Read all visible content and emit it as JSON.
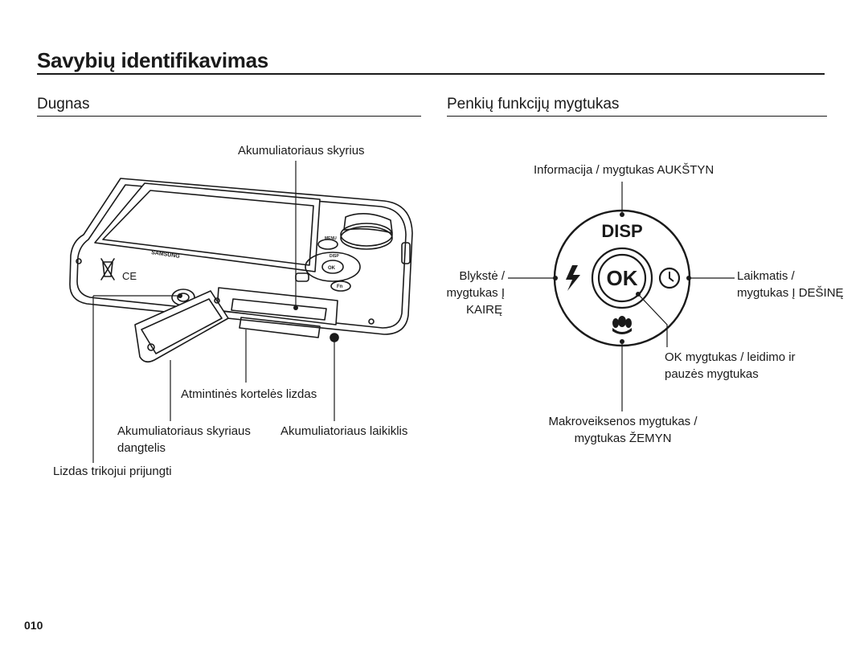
{
  "page": {
    "title": "Savybių identifikavimas",
    "number": "010"
  },
  "left_section": {
    "title": "Dugnas",
    "camera_brand": "SAMSUNG",
    "labels": {
      "battery_compartment": "Akumuliatoriaus skyrius",
      "memory_card_slot": "Atmintinės kortelės lizdas",
      "battery_cover_line1": "Akumuliatoriaus skyriaus",
      "battery_cover_line2": "dangtelis",
      "battery_holder": "Akumuliatoriaus laikiklis",
      "tripod_socket": "Lizdas trikojui prijungti"
    },
    "camera_buttons": {
      "disp": "DISP",
      "ok": "OK",
      "menu": "MENU",
      "fn": "Fn"
    }
  },
  "right_section": {
    "title": "Penkių funkcijų mygtukas",
    "dial": {
      "top": "DISP",
      "center": "OK"
    },
    "labels": {
      "up": "Informacija / mygtukas AUKŠTYN",
      "left_line1": "Blykstė /",
      "left_line2": "mygtukas Į",
      "left_line3": "KAIRĘ",
      "right_line1": "Laikmatis /",
      "right_line2": "mygtukas Į DEŠINĘ",
      "ok_line1": "OK mygtukas / leidimo ir",
      "ok_line2": "pauzės mygtukas",
      "down_line1": "Makroveiksenos mygtukas /",
      "down_line2": "mygtukas ŽEMYN"
    }
  }
}
